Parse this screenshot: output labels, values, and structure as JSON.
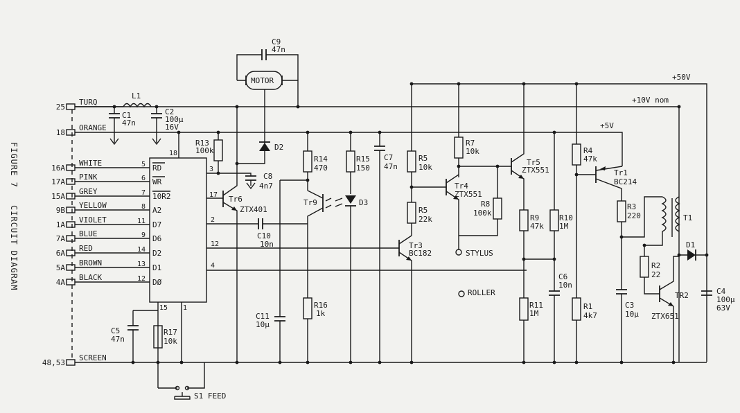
{
  "figure": {
    "number": "FIGURE 7",
    "title": "CIRCUIT DIAGRAM"
  },
  "rails": {
    "r50": "+50V",
    "r10": "+10V nom",
    "r5": "+5V"
  },
  "connector": [
    {
      "pin": "25",
      "name": "TURQ"
    },
    {
      "pin": "18",
      "name": "ORANGE"
    },
    {
      "pin": "16A",
      "name": "WHITE"
    },
    {
      "pin": "17A",
      "name": "PINK"
    },
    {
      "pin": "15A",
      "name": "GREY"
    },
    {
      "pin": "9B",
      "name": "YELLOW"
    },
    {
      "pin": "1A",
      "name": "VIOLET"
    },
    {
      "pin": "7A",
      "name": "BLUE"
    },
    {
      "pin": "6A",
      "name": "RED"
    },
    {
      "pin": "5A",
      "name": "BROWN"
    },
    {
      "pin": "4A",
      "name": "BLACK"
    },
    {
      "pin": "48,53",
      "name": "SCREEN"
    }
  ],
  "ic": {
    "pins": [
      {
        "num": "5",
        "sig": "RD"
      },
      {
        "num": "6",
        "sig": "WR"
      },
      {
        "num": "7",
        "sig": "10R2"
      },
      {
        "num": "8",
        "sig": "A2"
      },
      {
        "num": "11",
        "sig": "D7"
      },
      {
        "num": "9",
        "sig": "D6"
      },
      {
        "num": "14",
        "sig": "D2"
      },
      {
        "num": "13",
        "sig": "D1"
      },
      {
        "num": "12",
        "sig": "DØ"
      }
    ],
    "right_pins": [
      "3",
      "17",
      "2",
      "12",
      "4"
    ],
    "top_pin": "18",
    "bottom_pins": [
      "15",
      "1"
    ]
  },
  "labels": {
    "L1": "L1",
    "C1": "C1",
    "C1v": "47n",
    "C2": "C2",
    "C2v": "100µ",
    "C2v2": "16V",
    "C9": "C9",
    "C9v": "47n",
    "motor": "MOTOR",
    "D2": "D2",
    "R13": "R13",
    "R13v": "100k",
    "C8": "C8",
    "C8v": "4n7",
    "Tr6": "Tr6",
    "Tr6t": "ZTX401",
    "C10": "C10",
    "C10v": "10n",
    "R14": "R14",
    "R14v": "470",
    "Tr9": "Tr9",
    "R15": "R15",
    "R15v": "150",
    "D3": "D3",
    "C7": "C7",
    "C7v": "47n",
    "C11": "C11",
    "C11v": "10µ",
    "R16": "R16",
    "R16v": "1k",
    "R5a": "R5",
    "R5av": "10k",
    "R5b": "R5",
    "R5bv": "22k",
    "Tr3": "Tr3",
    "Tr3t": "BC182",
    "R7": "R7",
    "R7v": "10k",
    "Tr4": "Tr4",
    "Tr4t": "ZTX551",
    "R8": "R8",
    "R8v": "100k",
    "stylus": "STYLUS",
    "roller": "ROLLER",
    "Tr5": "Tr5",
    "Tr5t": "ZTX551",
    "R9": "R9",
    "R9v": "47k",
    "R10": "R10",
    "R10v": "1M",
    "R11": "R11",
    "R11v": "1M",
    "C6": "C6",
    "C6v": "10n",
    "R4": "R4",
    "R4v": "47k",
    "Tr1": "Tr1",
    "Tr1t": "BC214",
    "R3": "R3",
    "R3v": "220",
    "R1": "R1",
    "R1v": "4k7",
    "R2": "R2",
    "R2v": "22",
    "C3": "C3",
    "C3v": "10µ",
    "T1": "T1",
    "D1": "D1",
    "TR2": "TR2",
    "TR2t": "ZTX651",
    "C4": "C4",
    "C4v": "100µ",
    "C4v2": "63V",
    "C5": "C5",
    "C5v": "47n",
    "R17": "R17",
    "R17v": "10k",
    "S1": "S1 FEED"
  }
}
